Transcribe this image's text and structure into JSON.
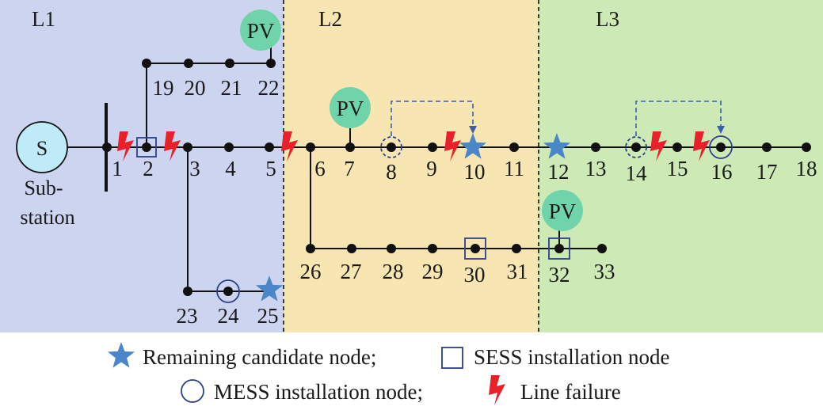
{
  "regions": [
    {
      "label": "L1",
      "color": "#cdd4f0"
    },
    {
      "label": "L2",
      "color": "#f7e5b2"
    },
    {
      "label": "L3",
      "color": "#cdeab6"
    }
  ],
  "substation": {
    "symbol": "S",
    "caption_line1": "Sub-",
    "caption_line2": "station"
  },
  "pv_label": "PV",
  "nodes": [
    "1",
    "2",
    "3",
    "4",
    "5",
    "6",
    "7",
    "8",
    "9",
    "10",
    "11",
    "12",
    "13",
    "14",
    "15",
    "16",
    "17",
    "18",
    "19",
    "20",
    "21",
    "22",
    "23",
    "24",
    "25",
    "26",
    "27",
    "28",
    "29",
    "30",
    "31",
    "32",
    "33"
  ],
  "legend": {
    "candidate": "Remaining candidate node;",
    "sess": "SESS installation node",
    "mess": "MESS installation node;",
    "failure": "Line failure"
  },
  "colors": {
    "line": "#111111",
    "candidate_star": "#4a86c8",
    "marker_outline": "#2b3f8c",
    "pv_fill": "#6fd4a9",
    "substation_fill": "#bfeaf7",
    "failure": "#e8202a",
    "dashed_link": "#3a5fb0"
  }
}
